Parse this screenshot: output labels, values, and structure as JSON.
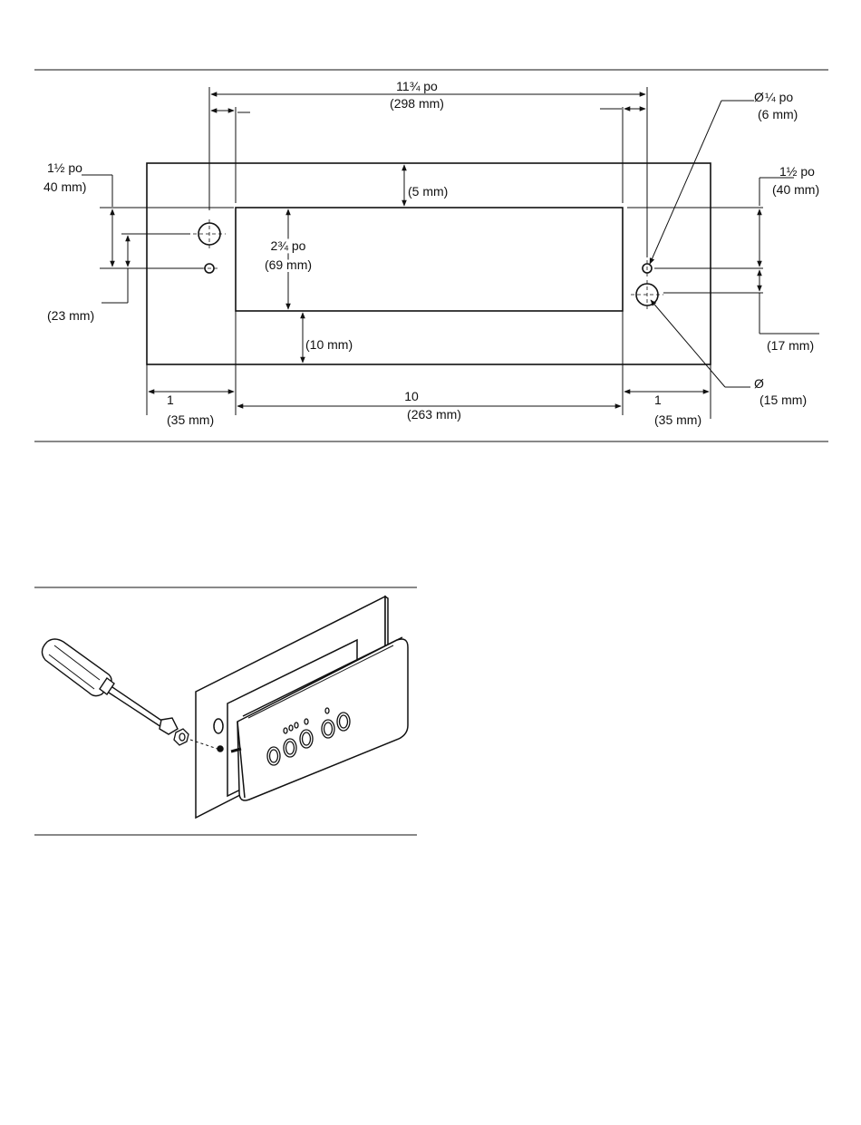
{
  "cutout": {
    "overall_width": {
      "line1": "11¾ po",
      "line2": "(298 mm)"
    },
    "small_hole": {
      "line1": "¼ po",
      "line2": "(6 mm)"
    },
    "left_offset": {
      "line1": "1½ po",
      "line2": "40 mm)"
    },
    "right_offset": {
      "line1": "1½ po",
      "line2": "(40 mm)"
    },
    "top_margin": "(5 mm)",
    "opening_height": {
      "line1": "2¾ po",
      "line2": "(69 mm)"
    },
    "left_hole_spacing": "(23 mm)",
    "bottom_margin": "(10 mm)",
    "right_hole_spacing": "(17 mm)",
    "large_hole": "(15 mm)",
    "left_side": {
      "line1": "1",
      "line2": "(35 mm)"
    },
    "opening_width": {
      "line1": "10",
      "line2": "(263 mm)"
    },
    "right_side": {
      "line1": "1",
      "line2": "(35 mm)"
    }
  },
  "diameter_symbol": "Ø",
  "colors": {
    "line": "#111111",
    "background": "#ffffff"
  }
}
